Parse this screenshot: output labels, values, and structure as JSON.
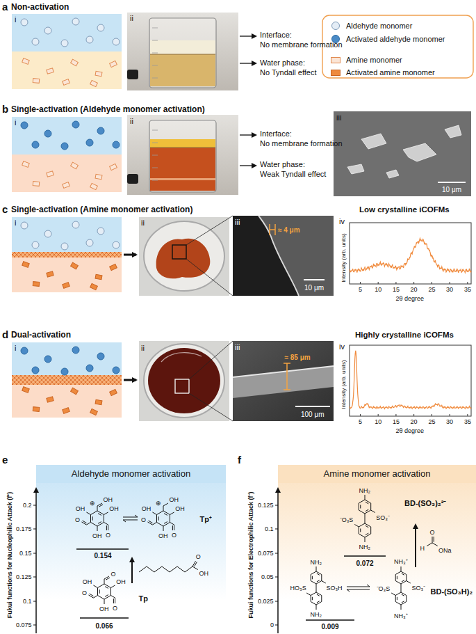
{
  "diagram": {
    "nodes": [
      {
        "text": [
          "Aldehyde monomer activation"
        ]
      },
      {
        "text": [
          "Amine monomer activation"
        ]
      }
    ],
    "labels": [
      "a",
      "Non-activation",
      "i",
      "ii",
      "Interface:",
      "No membrane formation",
      "Water phase:",
      "No Tyndall effect",
      "b",
      "Single-activation (Aldehyde monomer activation)",
      "i",
      "ii",
      "Interface:",
      "No membrane formation",
      "Water phase:",
      "Weak Tyndall effect",
      "iii",
      "10 μm",
      "c",
      "Single-activation (Amine monomer activation)",
      "Low crystalline iCOFMs",
      "i",
      "ii",
      "iii",
      "≈ 4 μm",
      "10 μm",
      "iv",
      "Intensity (arb. units)",
      "2θ degree",
      "5",
      "10",
      "15",
      "20",
      "25",
      "30",
      "35",
      "d",
      "Dual-activation",
      "Highly crystalline iCOFMs",
      "i",
      "ii",
      "iii",
      "≈ 85 μm",
      "100 μm",
      "iv",
      "Intensity (arb. units)",
      "2θ degree",
      "5",
      "10",
      "15",
      "20",
      "25",
      "30",
      "35",
      "e",
      "Fukui functions for Nucleophilic Attack (f⁺)",
      "0.2",
      "0.175",
      "0.15",
      "0.125",
      "0.1",
      "0.075",
      "0.154",
      "Tp⁺",
      "0.066",
      "Tp",
      "f",
      "Fukui functions for Electrophilic Attack (f⁻)",
      "0.125",
      "0.1",
      "0.075",
      "0.05",
      "0.025",
      "0",
      "0.072",
      "BD-(SO₃)₂²⁻",
      "0.009",
      "BD-(SO₃H)₂",
      "O",
      "OH",
      "O",
      "OH",
      "O",
      "OH",
      "OH",
      "⊕",
      "OH",
      "O",
      "OH",
      "O",
      "OH",
      "OH",
      "⊕",
      "OH",
      "O",
      "OH",
      "O",
      "OH",
      "O",
      "OH",
      "NH₂",
      "SO₃⁻",
      "NH₂",
      "⁻O₃S",
      "NH₂",
      "SO₃H",
      "NH₂",
      "HO₃S",
      "NH₃⁺",
      "SO₃⁻",
      "NH₃⁺",
      "⁻O₃S",
      "H",
      "O",
      "ONa"
    ],
    "legend": [
      {
        "text": "Aldehyde monomer",
        "color": "#e4edf6"
      },
      {
        "text": "Activated aldehyde monomer",
        "color": "#4a8ac6"
      },
      {
        "text": "Amine monomer",
        "color": "#fbe5d6"
      },
      {
        "text": "Activated amine monomer",
        "color": "#ee8a3e"
      }
    ]
  }
}
